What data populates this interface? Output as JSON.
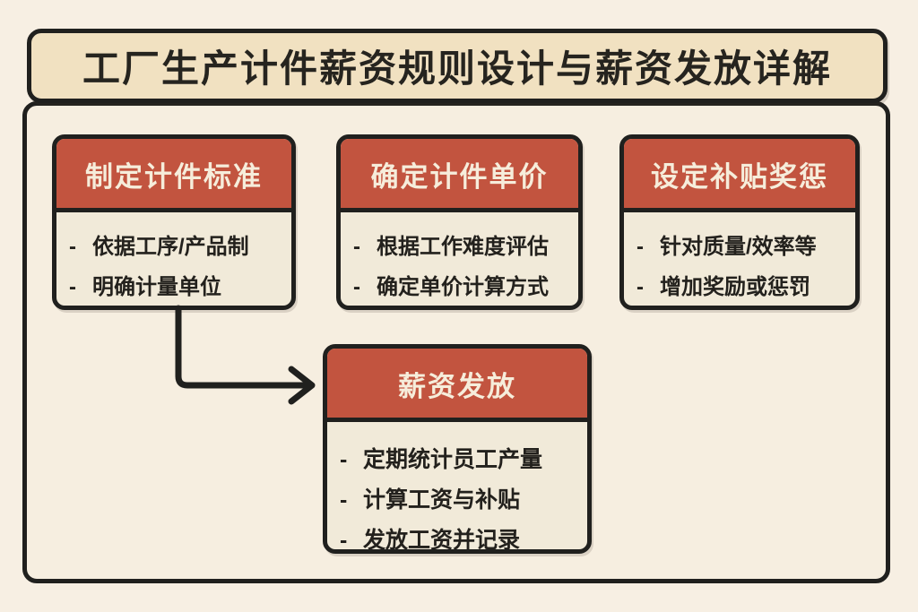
{
  "ui": {
    "bullet_marker": "-"
  },
  "title_bar": {
    "text": "工厂生产计件薪资规则设计与薪资发放详解"
  },
  "colors": {
    "page_bg": "#f7efe3",
    "title_fill": "#f1e1c1",
    "panel_fill": "#f6eee0",
    "box_fill": "#f1ead9",
    "accent_red": "#c2543f",
    "border_dark": "#20201e",
    "header_text": "#f6eddb",
    "body_text": "#23211d"
  },
  "boxes": [
    {
      "header": "制定计件标准",
      "bullets": [
        "依据工序/产品制",
        "明确计量单位"
      ]
    },
    {
      "header": "确定计件单价",
      "bullets": [
        "根据工作难度评估",
        "确定单价计算方式"
      ]
    },
    {
      "header": "设定补贴奖惩",
      "bullets": [
        "针对质量/效率等",
        "增加奖励或惩罚"
      ]
    },
    {
      "header": "薪资发放",
      "bullets": [
        "定期统计员工产量",
        "计算工资与补贴",
        "发放工资并记录"
      ]
    }
  ],
  "arrow": {
    "from": "制定计件标准",
    "to": "薪资发放"
  }
}
